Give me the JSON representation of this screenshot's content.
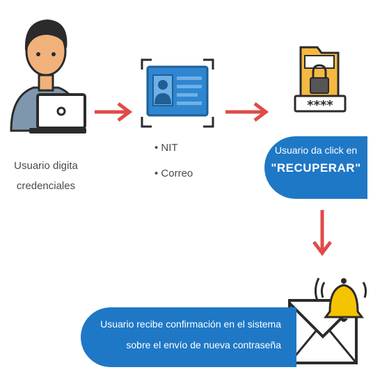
{
  "steps": {
    "user": {
      "caption_line1": "Usuario digita",
      "caption_line2": "credenciales",
      "icon": "user-laptop-icon"
    },
    "credentials": {
      "icon": "id-card-icon",
      "bullets": [
        "• NIT",
        "• Correo"
      ]
    },
    "recover": {
      "icon": "locked-folder-password-icon",
      "password_mask": "****",
      "label_line1": "Usuario da click en",
      "label_line2": "\"RECUPERAR\""
    },
    "confirm": {
      "icon": "envelope-bell-icon",
      "label_line1": "Usuario recibe confirmación en el sistema",
      "label_line2": "sobre el envío de nueva contraseña"
    }
  },
  "colors": {
    "arrow": "#e04a4a",
    "pill": "#1f78c6",
    "card_frame": "#1f5f96",
    "folder": "#f5b942",
    "bell": "#f5c400"
  }
}
